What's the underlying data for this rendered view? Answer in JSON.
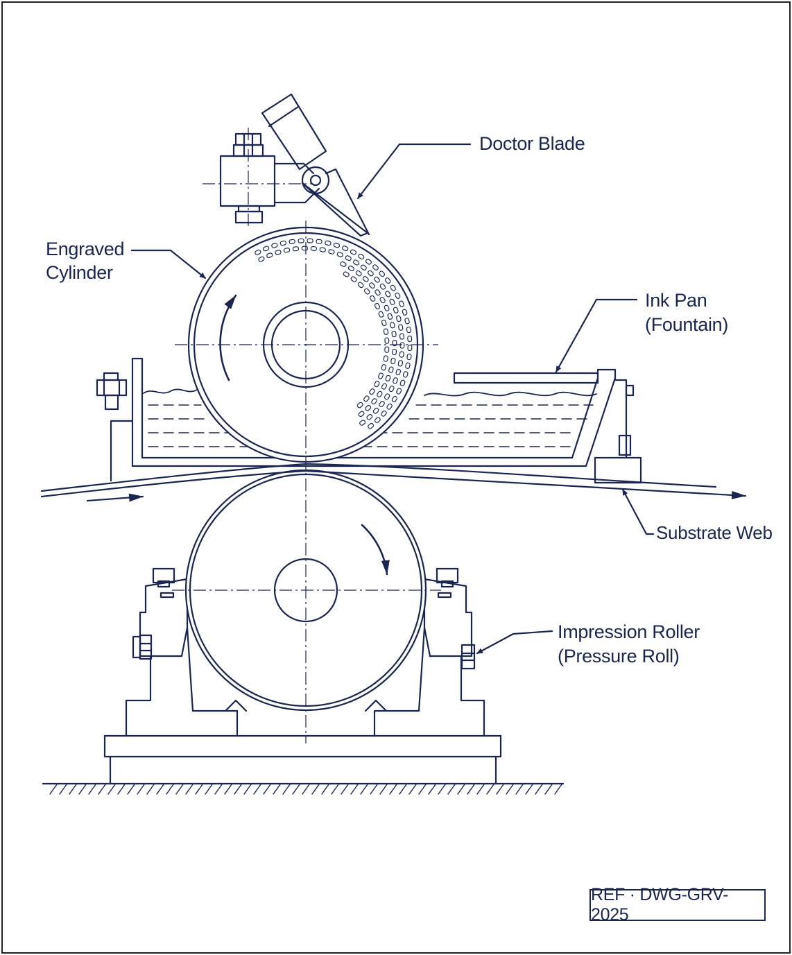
{
  "labels": {
    "doctor_blade": "Doctor Blade",
    "engraved_cylinder_line1": "Engraved",
    "engraved_cylinder_line2": "Cylinder",
    "ink_pan_line1": "Ink Pan",
    "ink_pan_line2": "(Fountain)",
    "substrate_web": "Substrate Web",
    "impression_roller_line1": "Impression Roller",
    "impression_roller_line2": "(Pressure Roll)"
  },
  "reference": "REF · DWG-GRV-2025",
  "colors": {
    "line": "#1a2550",
    "background": "#ffffff"
  }
}
